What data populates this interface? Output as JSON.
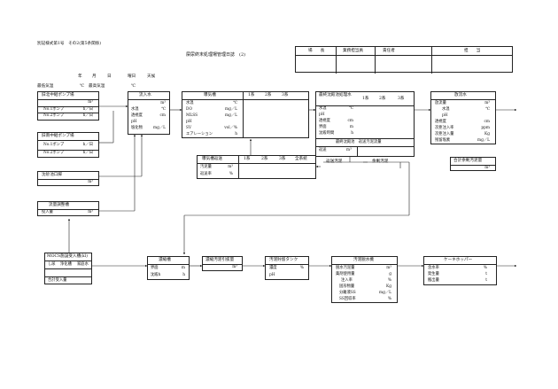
{
  "form_id": "別記様式第1号　その2(第5条関係)",
  "title": "屎尿終末処理場管理日誌　(2)",
  "date_line": {
    "year": "年",
    "month": "月",
    "day": "日",
    "weekday": "曜日",
    "weather": "天候"
  },
  "temps": {
    "min": "最低気温",
    "max": "最高気温",
    "unit": "℃"
  },
  "signatures": [
    "場　　長",
    "業務担当員",
    "責任者",
    "担　　当"
  ],
  "pump_north": {
    "title": "旧北中継ポンプ場",
    "unit_m3": "m³",
    "rows": [
      [
        "No.1ポンプ",
        "h／日"
      ],
      [
        "No.2ポンプ",
        "h／日"
      ]
    ]
  },
  "pump_south": {
    "title": "旧南中継ポンプ場",
    "rows": [
      [
        "No.1ポンプ",
        "h／日"
      ],
      [
        "No.2ポンプ",
        "h／日"
      ]
    ]
  },
  "inflow_water": {
    "title": "流入水",
    "rows": [
      [
        "",
        "m³"
      ],
      [
        "水温",
        "℃"
      ],
      [
        "透視度",
        "cm"
      ],
      [
        "pH",
        ""
      ],
      [
        "塩化物",
        "mg／L"
      ]
    ]
  },
  "aeration_tank": {
    "title": "曝気槽",
    "cols": [
      "1系",
      "2系",
      "3系"
    ],
    "rows": [
      [
        "水温",
        "℃"
      ],
      [
        "DO",
        "mg／L"
      ],
      [
        "MLSS",
        "mg／L"
      ],
      [
        "pH",
        ""
      ],
      [
        "SV",
        "vol／%"
      ],
      [
        "エアレーション",
        "h"
      ]
    ]
  },
  "final_settling": {
    "title": "最終沈殿池処理水",
    "cols": [
      "1系",
      "2系",
      "3系"
    ],
    "rows": [
      [
        "水温",
        "℃"
      ],
      [
        "pH",
        ""
      ],
      [
        "透視度",
        "cm"
      ],
      [
        "界面",
        "m"
      ],
      [
        "沈殿時間",
        "h"
      ]
    ],
    "sludge_title": "最終沈殿池　返送汚泥流量",
    "return_label": "返送",
    "return_unit": "m³"
  },
  "effluent": {
    "title": "放流水",
    "rows": [
      [
        "放流量",
        "m³"
      ],
      [
        "水温",
        "℃"
      ],
      [
        "pH",
        ""
      ],
      [
        "透視度",
        "cm"
      ],
      [
        "次亜注入率",
        "ppm"
      ],
      [
        "次亜注入量",
        "Kg"
      ],
      [
        "残留塩素",
        "mg／L"
      ]
    ]
  },
  "aeration_return": {
    "title": "曝気槽返送",
    "cols": [
      "1系",
      "2系",
      "3系",
      "全系統"
    ],
    "rows": [
      [
        "汚泥量",
        "m³"
      ],
      [
        "返送率",
        "%"
      ]
    ]
  },
  "flow_labels": {
    "return_sludge": "返送汚泥",
    "excess_sludge": "余剰汚泥"
  },
  "total_excess": {
    "title": "合計余剰汚泥量",
    "unit": "m³"
  },
  "raw_water_pit": {
    "title": "沈砂池口脚",
    "unit": "m³"
  },
  "flow_adjust": {
    "title": "流量調整槽",
    "label": "投入量",
    "unit": "m³"
  },
  "wocs": {
    "title": "MOCS施設受入槽(kl)",
    "cols": [
      "し尿",
      "浄化槽",
      "家庭水"
    ],
    "total": "合計受入量"
  },
  "thickener": {
    "title": "濃縮槽",
    "rows": [
      [
        "界面",
        "m"
      ],
      [
        "沈殿h",
        "h"
      ]
    ]
  },
  "thick_sludge": {
    "title": "濃縮汚泥引抜量",
    "unit": "m³"
  },
  "sludge_storage": {
    "title": "汚泥貯留タンク",
    "rows": [
      [
        "濃度",
        "%"
      ],
      [
        "pH",
        ""
      ]
    ]
  },
  "dewatering": {
    "title": "汚泥脱水機",
    "rows": [
      [
        "脱水汚泥量",
        "m³"
      ],
      [
        "薬剤使用量",
        "g"
      ],
      [
        "注入率",
        "%"
      ],
      [
        "固形物量",
        "Kg"
      ],
      [
        "分離液SS",
        "mg／L"
      ],
      [
        "SS回収率",
        "%"
      ]
    ]
  },
  "cake_hopper": {
    "title": "ケーキホッパー",
    "rows": [
      [
        "含水率",
        "%"
      ],
      [
        "発生量",
        "t"
      ],
      [
        "搬出量",
        "t"
      ]
    ]
  }
}
